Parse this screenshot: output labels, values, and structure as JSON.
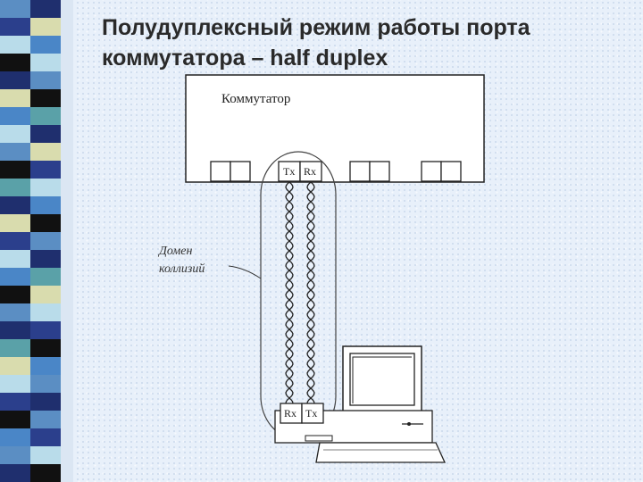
{
  "slide": {
    "title_line1": "Полудуплексный режим работы порта",
    "title_line2": "коммутатора – half duplex"
  },
  "diagram": {
    "switch_label": "Коммутатор",
    "switch_ports": {
      "tx": "Tx",
      "rx": "Rx"
    },
    "host_ports": {
      "rx": "Rx",
      "tx": "Tx"
    },
    "domain_label_line1": "Домен",
    "domain_label_line2": "коллизий"
  },
  "colors": {
    "stripes": [
      "#5b8ec3",
      "#1f2f6e",
      "#b9dcea",
      "#111111",
      "#d9dcae",
      "#4a86c7",
      "#2b3f8c",
      "#5aa1a8"
    ]
  }
}
